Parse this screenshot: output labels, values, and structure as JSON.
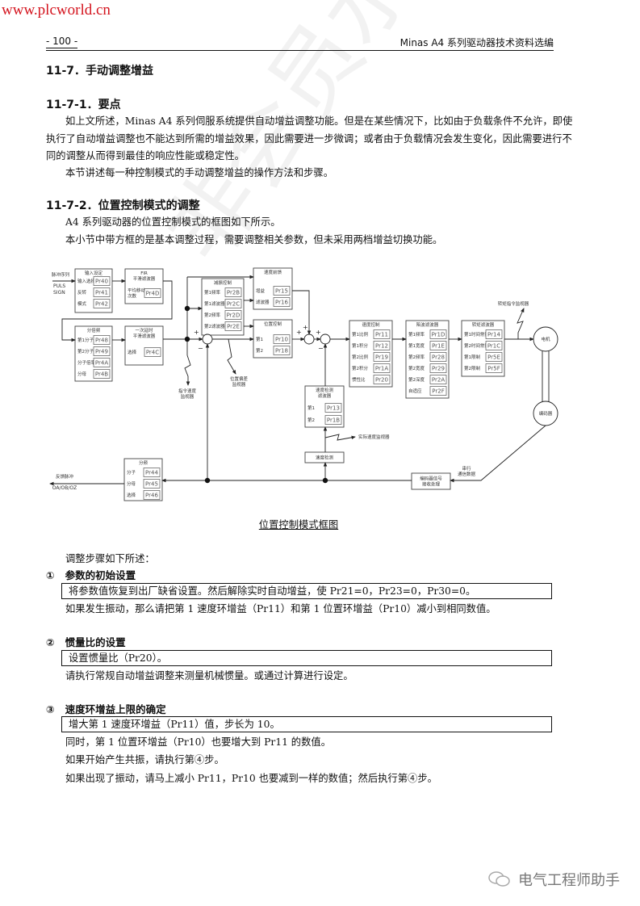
{
  "site_watermark": "www.plcworld.cn",
  "header": {
    "page_number": "- 100 -",
    "running_title": "Minas A4 系列驱动器技术资料选编"
  },
  "section": {
    "title": "11-7．手动调整增益",
    "sub1": {
      "title": "11-7-1．要点",
      "para1": [
        "如上文所述，Minas A4 系列伺服系统提供自动增益调整功能。但是在某些情况下，比如由于负载条件不允许，即使",
        "执行了自动增益调整也不能达到所需的增益效果，因此需要进一步微调；或者由于负载情况会发生变化，因此需要进行不",
        "同的调整从而得到最佳的响应性能或稳定性。"
      ],
      "para2": "本节讲述每一种控制模式的手动调整增益的操作方法和步骤。"
    },
    "sub2": {
      "title": "11-7-2．位置控制模式的调整",
      "line1": "A4 系列驱动器的位置控制模式的框图如下所示。",
      "line2": "本小节中带方框的是基本调整过程，需要调整相关参数，但未采用两档增益切换功能。"
    }
  },
  "diagram": {
    "caption": "位置控制模式框图",
    "blocks": {
      "input": {
        "title": [
          "输入设定"
        ],
        "rows": [
          [
            "输入选择",
            "Pr40"
          ],
          [
            "反转",
            "Pr41"
          ],
          [
            "模式",
            "Pr42"
          ]
        ]
      },
      "fir": {
        "title": [
          "FIR",
          "平滑滤波器"
        ],
        "rows": [
          [
            "平均移动\n次数",
            "Pr4D"
          ]
        ]
      },
      "divider": {
        "title": [
          "分倍频"
        ],
        "rows": [
          [
            "第1分子",
            "Pr48"
          ],
          [
            "第2分子",
            "Pr49"
          ],
          [
            "分子倍率",
            "Pr4A"
          ],
          [
            "分母",
            "Pr4B"
          ]
        ]
      },
      "lag": {
        "title": [
          "一次延时",
          "平滑滤波器"
        ],
        "rows": [
          [
            "选择",
            "Pr4C"
          ]
        ]
      },
      "vib": {
        "title": [
          "减振控制"
        ],
        "rows": [
          [
            "第1频率",
            "Pr2B"
          ],
          [
            "第1滤波器",
            "Pr2C"
          ],
          [
            "第2频率",
            "Pr2D"
          ],
          [
            "第2滤波器",
            "Pr2E"
          ]
        ]
      },
      "ff": {
        "title": [
          "速度前馈"
        ],
        "rows": [
          [
            "增益",
            "Pr15"
          ],
          [
            "滤波器",
            "Pr16"
          ]
        ]
      },
      "pos": {
        "title": [
          "位置控制"
        ],
        "rows": [
          [
            "第1",
            "Pr10"
          ],
          [
            "第2",
            "Pr18"
          ]
        ]
      },
      "vel": {
        "title": [
          "速度控制"
        ],
        "rows": [
          [
            "第1比例",
            "Pr11"
          ],
          [
            "第1积分",
            "Pr12"
          ],
          [
            "第2比例",
            "Pr19"
          ],
          [
            "第2积分",
            "Pr1A"
          ],
          [
            "惯性比",
            "Pr20"
          ]
        ]
      },
      "notch": {
        "title": [
          "陷波滤波器"
        ],
        "rows": [
          [
            "第1频率",
            "Pr1D"
          ],
          [
            "第1宽度",
            "Pr1E"
          ],
          [
            "第2频率",
            "Pr28"
          ],
          [
            "第2宽度",
            "Pr29"
          ],
          [
            "第2深度",
            "Pr2A"
          ],
          [
            "自适应",
            "Pr2F"
          ]
        ]
      },
      "torque": {
        "title": [
          "转矩滤波器"
        ],
        "rows": [
          [
            "第1时间常数",
            "Pr14"
          ],
          [
            "第2时间常数",
            "Pr1C"
          ],
          [
            "第1限制",
            "Pr5E"
          ],
          [
            "第2限制",
            "Pr5F"
          ]
        ]
      },
      "vdf": {
        "title": [
          "速度检测",
          "滤波器"
        ],
        "rows": [
          [
            "第1",
            "Pr13"
          ],
          [
            "第2",
            "Pr1B"
          ]
        ]
      },
      "vdet": {
        "title": [
          "速度检测"
        ],
        "rows": []
      },
      "encproc": {
        "title": [
          "编码器信号",
          "接收处理"
        ],
        "rows": []
      },
      "fdiv": {
        "title": [
          "分频"
        ],
        "rows": [
          [
            "分子",
            "Pr44"
          ],
          [
            "分母",
            "Pr45"
          ],
          [
            "选择",
            "Pr46"
          ]
        ]
      }
    },
    "labels": {
      "pulse_train": "脉冲序列",
      "puls": "PULS",
      "sign": "SIGN",
      "cmd_speed_monitor": [
        "指令速度",
        "监视器"
      ],
      "pos_error_monitor": [
        "位置偏差",
        "监视器"
      ],
      "torque_monitor": "转矩指令监视器",
      "motor": "电机",
      "encoder": "编码器",
      "actual_speed_monitor": "实际速度监视器",
      "serial_data": [
        "串行",
        "通信数据"
      ],
      "feedback_pulse": "反馈脉冲",
      "feedback_outputs": "OA/OB/OZ",
      "plus": "+",
      "minus": "−"
    }
  },
  "steps": {
    "intro": "调整步骤如下所述：",
    "items": [
      {
        "marker": "①",
        "title": "参数的初始设置",
        "boxed": "将参数值恢复到出厂缺省设置。然后解除实时自动增益，使 Pr21=0，Pr23=0，Pr30=0。",
        "lines": [
          "如果发生振动，那么请把第 1 速度环增益（Pr11）和第 1 位置环增益（Pr10）减小到相同数值。"
        ]
      },
      {
        "marker": "②",
        "title": "惯量比的设置",
        "boxed": "设置惯量比（Pr20）。",
        "lines": [
          "请执行常规自动增益调整来测量机械惯量。或通过计算进行设定。"
        ]
      },
      {
        "marker": "③",
        "title": "速度环增益上限的确定",
        "boxed": "增大第 1 速度环增益（Pr11）值，步长为 10。",
        "lines": [
          "同时，第 1 位置环增益（Pr10）也要增大到 Pr11 的数值。",
          "如果开始产生共振，请执行第④步。",
          "如果出现了振动，请马上减小 Pr11，Pr10 也要减到一样的数值；然后执行第④步。"
        ]
      }
    ]
  },
  "watermark_text": "非会员水印",
  "footer_logo": {
    "icon": "wechat-icon",
    "text": "电气工程师助手"
  }
}
